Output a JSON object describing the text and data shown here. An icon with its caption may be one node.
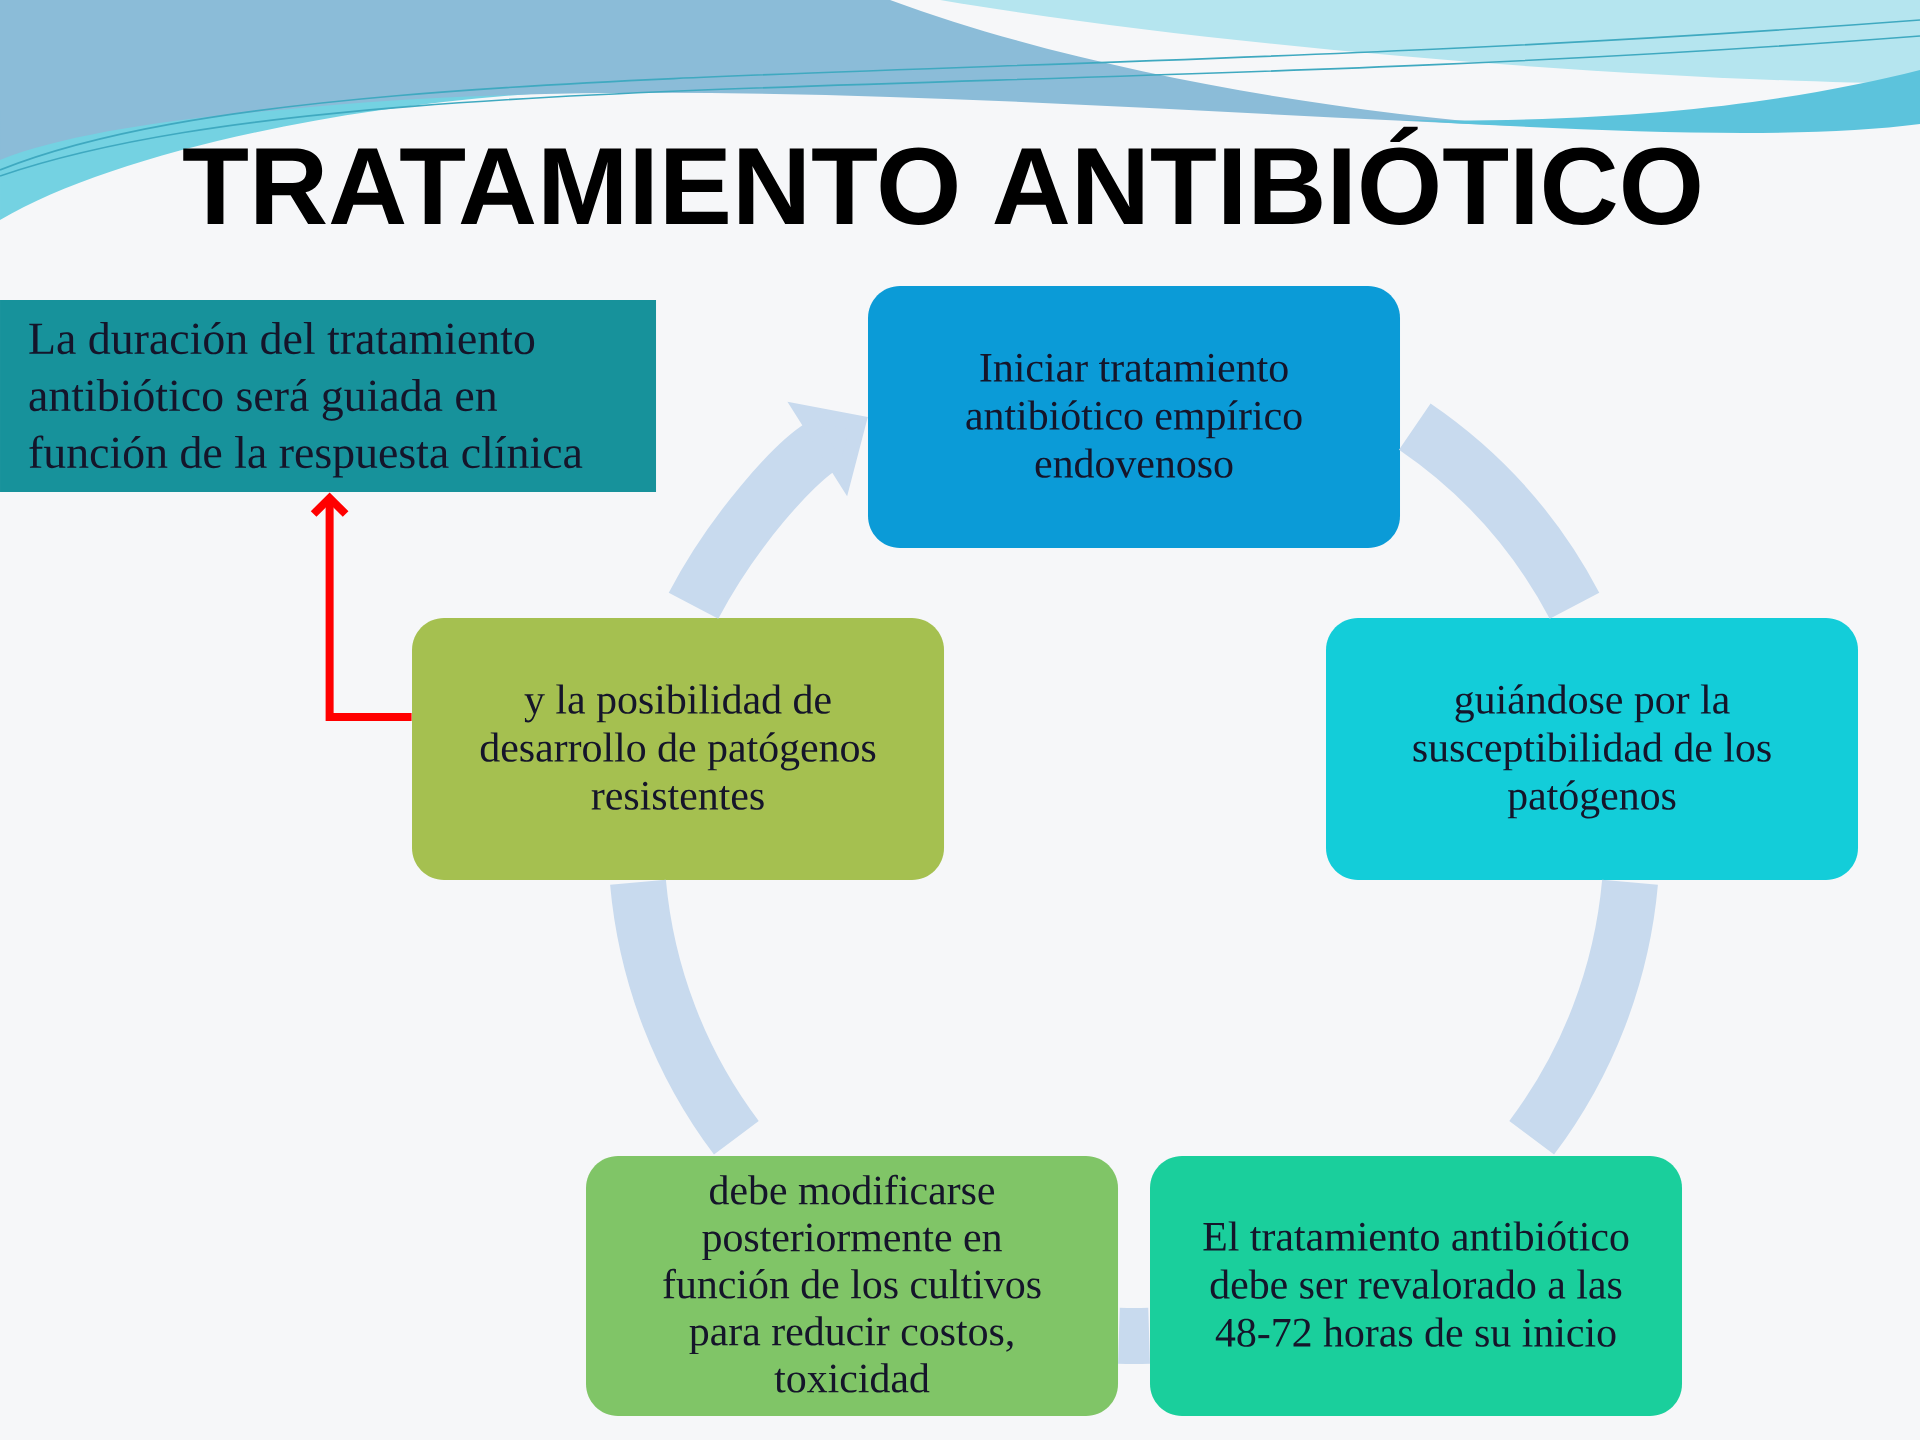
{
  "diagram": {
    "title": "TRATAMIENTO ANTIBIÓTICO",
    "nodes": [
      {
        "text": [
          "La duración del tratamiento antibiótico será guiada en función de la respuesta clínica"
        ]
      },
      {
        "text": [
          "Iniciar tratamiento antibiótico empírico endovenoso"
        ]
      },
      {
        "text": [
          "guiándose por la susceptibilidad de los patógenos"
        ]
      },
      {
        "text": [
          "El tratamiento antibiótico debe ser revalorado a las 48-72 horas de su inicio"
        ]
      },
      {
        "text": [
          "debe modificarse posteriormente en función de los cultivos para reducir costos, toxicidad"
        ]
      },
      {
        "text": [
          "y la posibilidad de desarrollo de patógenos resistentes"
        ]
      }
    ],
    "edges": [
      {
        "from": 1,
        "to": 2,
        "arrow": "none"
      },
      {
        "from": 2,
        "to": 3,
        "arrow": "none"
      },
      {
        "from": 3,
        "to": 4,
        "arrow": "none"
      },
      {
        "from": 4,
        "to": 5,
        "arrow": "none"
      },
      {
        "from": 5,
        "to": 1,
        "arrow": "to"
      },
      {
        "from": 5,
        "to": 0,
        "arrow": "to",
        "color": "#ff0000"
      }
    ]
  }
}
